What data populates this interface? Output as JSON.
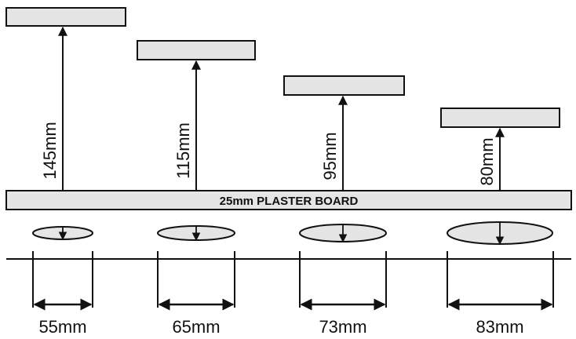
{
  "plaster_board": {
    "label": "25mm PLASTER BOARD"
  },
  "depths": [
    {
      "label": "145mm"
    },
    {
      "label": "115mm"
    },
    {
      "label": "95mm"
    },
    {
      "label": "80mm"
    }
  ],
  "widths": [
    {
      "label": "55mm"
    },
    {
      "label": "65mm"
    },
    {
      "label": "73mm"
    },
    {
      "label": "83mm"
    }
  ],
  "colors": {
    "fill": "#e5e5e5",
    "line": "#111111"
  }
}
